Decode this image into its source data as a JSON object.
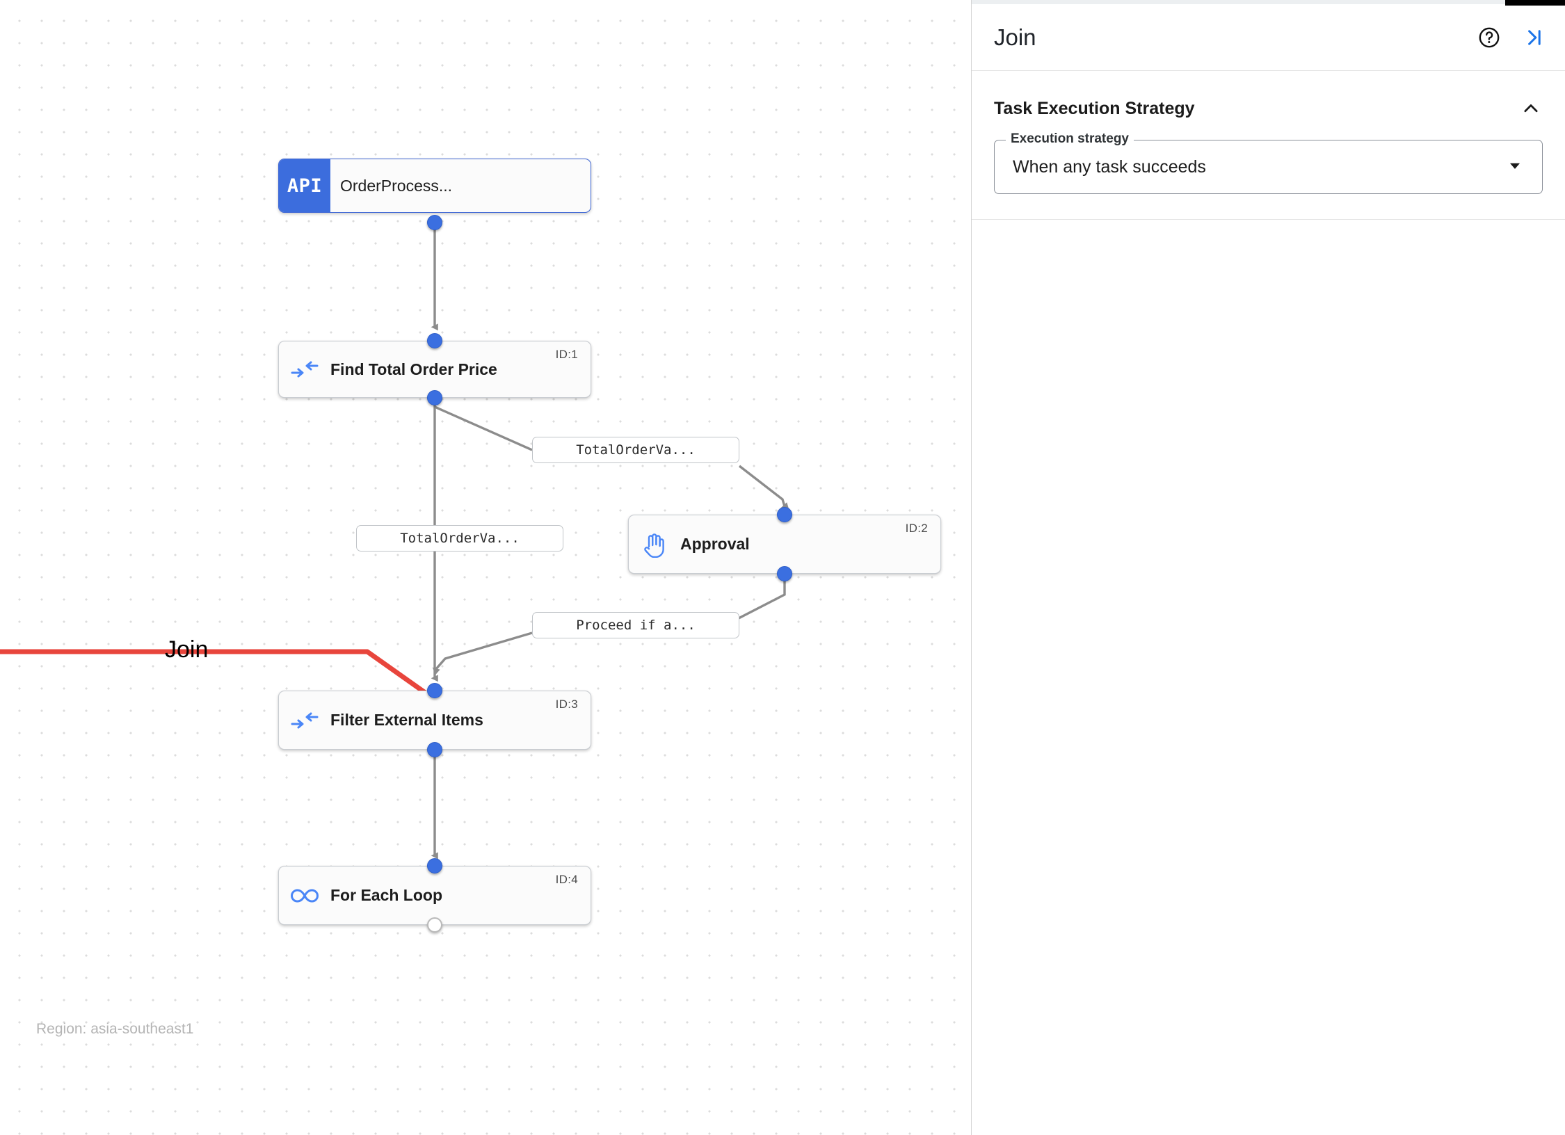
{
  "canvas": {
    "region_watermark": "Region: asia-southeast1",
    "annotation": {
      "label": "Join",
      "color": "#e8453c"
    },
    "nodes": [
      {
        "id": "trigger",
        "kind": "api-trigger",
        "icon": "api-icon",
        "badge": "API",
        "title": "OrderProcess...",
        "id_badge": ""
      },
      {
        "id": "task1",
        "kind": "task",
        "icon": "data-mapping-icon",
        "title": "Find Total Order Price",
        "id_badge": "ID:1"
      },
      {
        "id": "task2",
        "kind": "task",
        "icon": "hand-approval-icon",
        "title": "Approval",
        "id_badge": "ID:2"
      },
      {
        "id": "task3",
        "kind": "task",
        "icon": "data-mapping-icon",
        "title": "Filter External Items",
        "id_badge": "ID:3"
      },
      {
        "id": "task4",
        "kind": "task",
        "icon": "infinity-loop-icon",
        "title": "For Each Loop",
        "id_badge": "ID:4"
      }
    ],
    "edge_labels": [
      {
        "id": "edge-label-1",
        "text": "TotalOrderVa..."
      },
      {
        "id": "edge-label-2",
        "text": "TotalOrderVa..."
      },
      {
        "id": "edge-label-3",
        "text": "Proceed if a..."
      }
    ]
  },
  "panel": {
    "title": "Join",
    "help_icon": "help-circle-icon",
    "collapse_icon": "collapse-panel-icon",
    "accent_color": "#1a73e8",
    "section": {
      "title": "Task Execution Strategy",
      "expanded": true,
      "collapse_chevron": "chevron-up-icon",
      "field": {
        "legend": "Execution strategy",
        "value": "When any task succeeds",
        "dropdown_icon": "caret-down-icon"
      }
    }
  }
}
